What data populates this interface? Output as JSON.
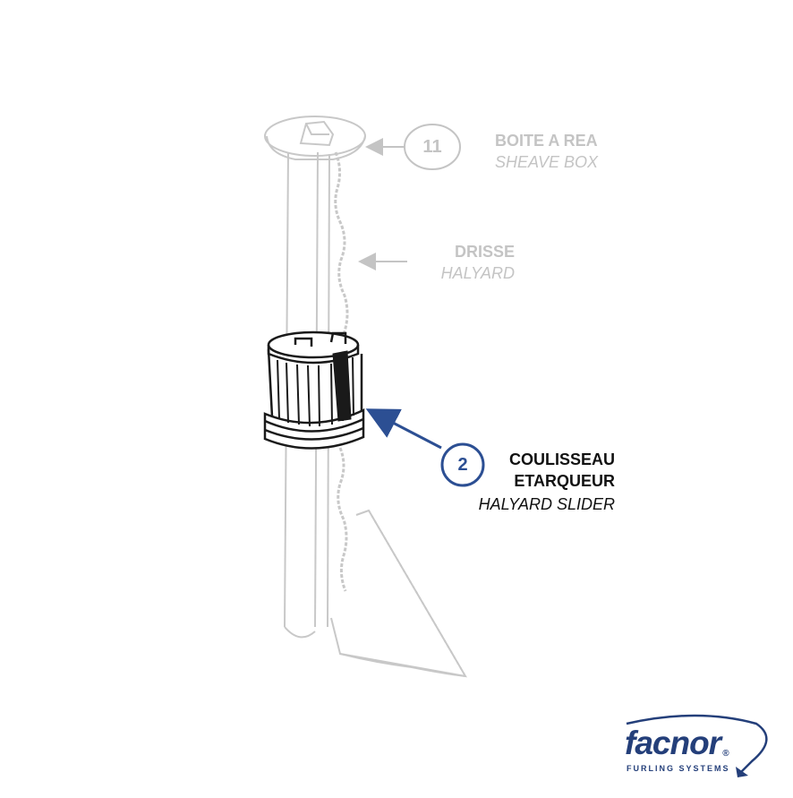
{
  "callouts": [
    {
      "number": "11",
      "label_fr": "BOITE A REA",
      "label_en": "SHEAVE BOX",
      "state": "inactive"
    },
    {
      "label_fr": "DRISSE",
      "label_en": "HALYARD",
      "state": "inactive"
    },
    {
      "number": "2",
      "label_fr_line1": "COULISSEAU",
      "label_fr_line2": "ETARQUEUR",
      "label_en": "HALYARD SLIDER",
      "state": "active"
    }
  ],
  "brand": {
    "name": "facnor",
    "registered": "®",
    "tagline": "FURLING SYSTEMS"
  },
  "colors": {
    "active": "#2c4f93",
    "inactive": "#c4c4c4",
    "drawing_faded": "#c8c8c8",
    "drawing_dark": "#1a1a1a",
    "brand": "#243f7a"
  }
}
